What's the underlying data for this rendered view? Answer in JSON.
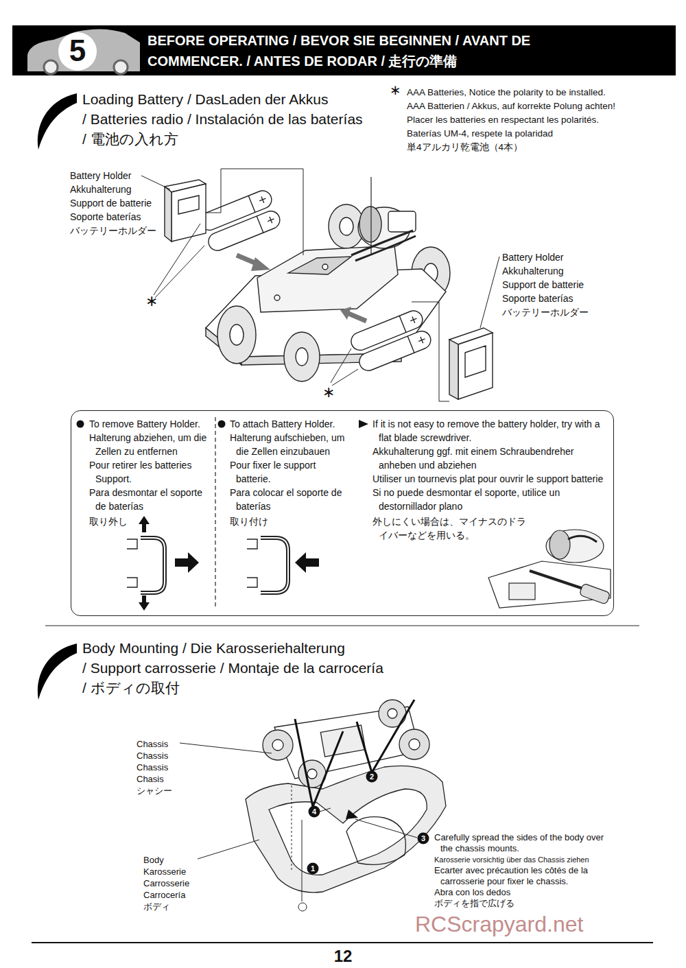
{
  "diagram": {
    "title": "BEFORE OPERATING / BEVOR SIE BEGINNEN / AVANT DE COMMENCER. / ANTES DE RODAR / 走行の準備",
    "nodes": [
      {
        "text": [
          "To remove Battery Holder.",
          "Halterung abziehen, um die Zellen zu entfernen",
          "Pour retirer les batteries Support.",
          "Para desmontar el soporte de baterías",
          "取り外し",
          "To attach Battery Holder.",
          "Halterung aufschieben, um die Zellen einzubauen",
          "Pour fixer le support batterie.",
          "Para colocar el soporte de baterías",
          "取り付け",
          "If it is not easy to remove the battery holder, try with a flat blade screwdriver.",
          "Akkuhalterung ggf. mit einem Schraubendreher anheben und abziehen",
          "Utiliser un tournevis plat pour ouvrir le support batterie",
          "Si no puede desmontar el soporte, utilice un destornillador plano",
          "外しにくい場合は、マイナスのドライバーなどを用いる。"
        ]
      }
    ],
    "labels": [
      "5",
      "Loading Battery / DasLaden der Akkus",
      "/ Batteries radio / Instalación de las baterías",
      "/ 電池の入れ方",
      "∗",
      "AAA Batteries, Notice the polarity to be installed.",
      "AAA Batterien / Akkus, auf korrekte Polung achten!",
      "Placer les batteries en respectant les polarités.",
      "Baterías UM-4, respete la polaridad",
      "単4アルカリ乾電池（4本）",
      "Battery Holder",
      "Akkuhalterung",
      "Support de batterie",
      "Soporte baterías",
      "バッテリーホルダー",
      "Battery Holder",
      "Akkuhalterung",
      "Support de batterie",
      "Soporte baterías",
      "バッテリーホルダー",
      "∗",
      "∗",
      "Body Mounting / Die Karosseriehalterung",
      "/ Support carrosserie / Montaje de la carrocería",
      "/ ボディの取付",
      "Chassis",
      "Chassis",
      "Chassis",
      "Chasis",
      "シャシー",
      "Body",
      "Karosserie",
      "Carrosserie",
      "Carrocería",
      "ボディ",
      "1",
      "2",
      "3",
      "4",
      "Carefully spread the sides of the body over the chassis mounts.",
      "Karosserie vorsichtig über das Chassis ziehen",
      "Ecarter avec précaution les côtés de la carrosserie pour fixer le chassis.",
      "Abra con los dedos",
      "ボディを指で広げる",
      "RCScrapyard.net",
      "12"
    ]
  }
}
